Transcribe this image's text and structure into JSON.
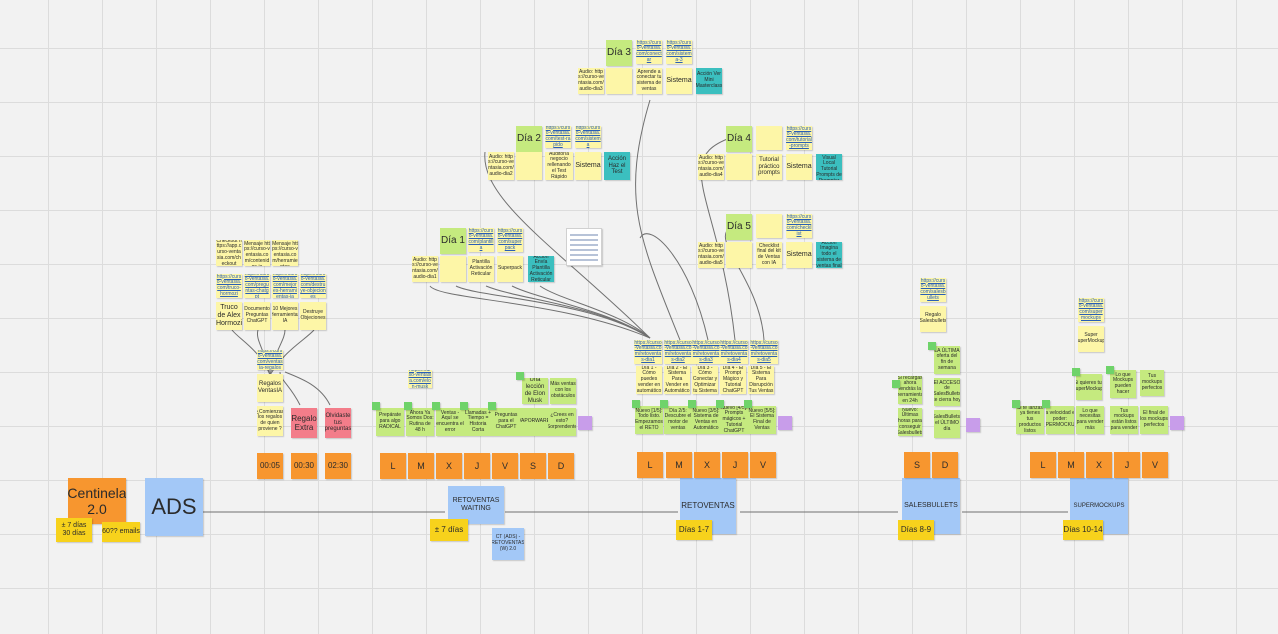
{
  "board": {
    "title_card": {
      "line1": "Centinela",
      "line2": "2.0",
      "days": "± 7 días\n30 días",
      "emails": "60?? emails"
    },
    "ads": {
      "label": "ADS"
    },
    "phases": [
      {
        "name": "RETOVENTAS WAITING",
        "days": "± 7 días",
        "note": "CT (ADS) - RETOVENTAS (W) 2.0"
      },
      {
        "name": "RETOVENTAS",
        "days": "Días 1-7"
      },
      {
        "name": "SALESBULLETS",
        "days": "Días 8-9"
      },
      {
        "name": "SUPERMOCKUPS",
        "days": "Días 10-14"
      }
    ],
    "waiting": {
      "times": [
        "00:05",
        "00:30",
        "02:30"
      ],
      "cards": [
        "¿Comienzas los regalos de quien proviene ?",
        "Regalo Extra",
        "Olvidaste tus preguntas"
      ],
      "gifts_label": "Regalos VentasIA",
      "gift_link": "https://curso-ventasia.com/ventasia-regalos",
      "resources": [
        "Truco de Alex Hormozi",
        "Documento Preguntas ChatGPT",
        "10 Mejores Herramientas IA",
        "Destruye Objeciones"
      ],
      "resource_links": [
        "https://curso-ventasia.com/truco-hormozi",
        "https://curso-ventasia.com/preguntas-chatgpt",
        "https://curso-ventasia.com/mejores-herramientas-ia",
        "https://curso-ventasia.com/destruye-objeciones"
      ],
      "heads": [
        "Checkout https://app.curso-ventasia.com/checkout",
        "Contenidos Mensaje https://curso-ventasia.com/contenidos-ia",
        "Contenidos Mensaje https://curso-ventasia.com/herramientas"
      ],
      "days": [
        "L",
        "M",
        "X",
        "J",
        "V",
        "S",
        "D"
      ],
      "emails": [
        "Prepárate para algo RADICAL",
        "Ahora Ya Somos Dos: Rutina de 48 h",
        "Ventas - Aquí se encuentra el error",
        "Llamadas + Tiempo = Historia Corta",
        "Preguntas para el ChatGPT",
        "VAPORWARE",
        "¿Crees en esto? Sorprendente"
      ],
      "extra_cards": [
        "Una lección de Elon Musk",
        "Más ventas con los obstáculos"
      ],
      "extra_link": "https://curso-ventasia.com/elon-musk"
    },
    "retoventas": {
      "days": [
        "L",
        "M",
        "X",
        "J",
        "V"
      ],
      "emails": [
        "Nuevo [1/5]: Todo listo. Empezamos el RETO",
        "Día 2/5: Descubre el motor de ventas",
        "Nuevo [3/5]: Sistema de Ventas en Automático",
        "Nuevo [4/5]: Prompts mágicos + Tutorial ChatGPT",
        "Nuevo [5/5]: El Sistema Final de Ventas"
      ],
      "labels": [
        "Día 1 - Cómo puedes vender en automático",
        "Día 2 - El Sistema Para Vender en Automático",
        "Día 3 - Cómo Conectar y Optimizar tu Sistema",
        "Día 4 - El Prompt Mágico y Tutorial ChatGPT",
        "Día 5 - El Sistema Para Disrupción Tus Ventas"
      ],
      "links": [
        "https://curso-ventasia.com/retoventas-dia1",
        "https://curso-ventasia.com/retoventas-dia2",
        "https://curso-ventasia.com/retoventas-dia3",
        "https://curso-ventasia.com/retoventas-dia4",
        "https://curso-ventasia.com/retoventas-dia5"
      ]
    },
    "day_clusters": [
      {
        "title": "Día 1",
        "cards": [
          "Plantilla Activación Reticular",
          "Superpack"
        ],
        "action": "Acción Envía Plantilla Activación Reticular",
        "links": [
          "https://curso-ventasia.com/plantilla",
          "https://curso-ventasia.com/superpack"
        ],
        "audio": "Audio: https://curso-ventasia.com/audio-dia1"
      },
      {
        "title": "Día 2",
        "cards": [
          "Auditoría negocio rellenando el Test Rápido",
          "Sistema"
        ],
        "action": "Acción Haz el Test",
        "links": [
          "https://curso-ventasia.com/test-rapido",
          "https://curso-ventasia.com/sistema"
        ],
        "audio": "Audio: https://curso-ventasia.com/audio-dia2"
      },
      {
        "title": "Día 3",
        "cards": [
          "Aprende a conectar tu sistema de ventas",
          "Sistema"
        ],
        "action": "Acción Ver Mini Masterclass",
        "links": [
          "https://curso-ventasia.com/conectar",
          "https://curso-ventasia.com/sistema-3"
        ],
        "audio": "Audio: https://curso-ventasia.com/audio-dia3"
      },
      {
        "title": "Día 4",
        "cards": [
          "Tutorial práctico prompts",
          "Sistema"
        ],
        "action": "Acción Visual Local Tutorial Prompts de Prompter",
        "links": [
          "https://curso-ventasia.com/tutorial-prompts",
          "https://curso-ventasia.com/sistema-4"
        ],
        "audio": "Audio: https://curso-ventasia.com/audio-dia4"
      },
      {
        "title": "Día 5",
        "cards": [
          "Checklist final del kit de Ventas con IA",
          "Sistema"
        ],
        "action": "Acción Imagina todo el sistema de ventas final",
        "links": [
          "https://curso-ventasia.com/checklist",
          "https://curso-ventasia.com/sistema-5"
        ],
        "audio": "Audio: https://curso-ventasia.com/audio-dia5"
      }
    ],
    "salesbullets": {
      "days": [
        "S",
        "D"
      ],
      "offer": "Regalo Salesbullets",
      "offer_link": "https://curso-ventasia.com/salesbullets",
      "emails": [
        "Si recargas ahora tendrás la herramienta en 24h",
        "Nuevo: Últimas horas para conseguir Salesbullets",
        "LA ÚLTIMA oferta del fin de semana",
        "El ACCESO de SalesBullets te cierra hoy",
        "SalesBullets: el ÚLTIMO día"
      ]
    },
    "supermockups": {
      "days": [
        "L",
        "M",
        "X",
        "J",
        "V"
      ],
      "offer": "Super SuperMockups",
      "offer_link": "https://curso-ventasia.com/supermockups",
      "emails": [
        "Si te lanzas ya tienes tus productos listos",
        "La velocidad es poder: SUPERMOCKUPS",
        "Lo que necesitas para vender más",
        "Tus mockups están listos para vender",
        "El final de los mockups perfectos"
      ],
      "tops": [
        "Si quieres tus SuperMockups",
        "Lo que Mockups pueden hacer",
        "Tus mockups perfectos"
      ]
    },
    "colors": {
      "canvas": "#f2f2f2",
      "orange": "#f7962f",
      "yellow": "#f7d21c",
      "light_yellow": "#fdf6a7",
      "green": "#c5ea7f",
      "teal": "#3bbfbf",
      "pink": "#f37d8a",
      "blue": "#a3c8f7",
      "purple": "#c89dea"
    }
  }
}
